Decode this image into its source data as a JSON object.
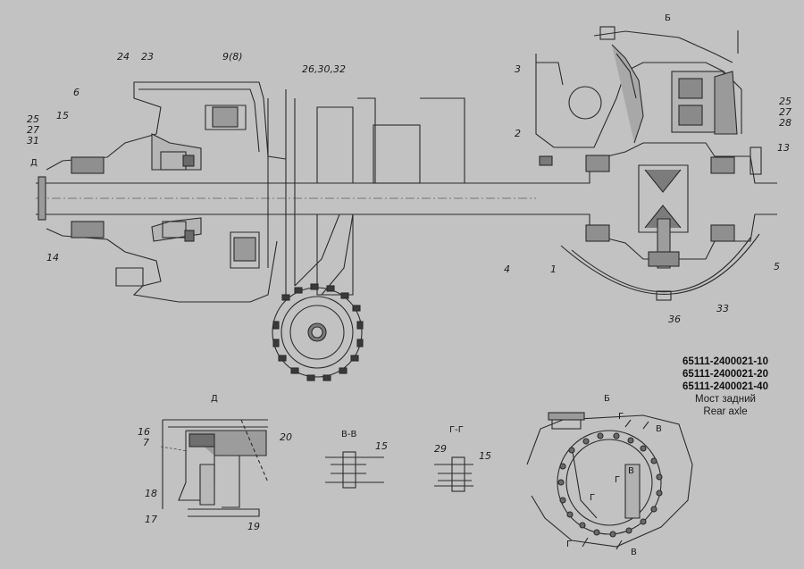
{
  "labels": {
    "l24": "24",
    "l23": "23",
    "l9_8": "9(8)",
    "l26_30_32": "26,30,32",
    "l6": "6",
    "l25a": "25",
    "l15a": "15",
    "l27a": "27",
    "l31": "31",
    "lD": "Д",
    "l14": "14",
    "l3": "3",
    "l2": "2",
    "lB_top": "Б",
    "l25b": "25",
    "l27b": "27",
    "l28": "28",
    "l13": "13",
    "l4": "4",
    "l1": "1",
    "l5": "5",
    "l33": "33",
    "l36": "36",
    "lD_detail": "Д",
    "l16": "16",
    "l7": "7",
    "l20": "20",
    "l18": "18",
    "l17": "17",
    "l19": "19",
    "lVV": "В-В",
    "l15b": "15",
    "lGG": "Г-Г",
    "l29": "29",
    "l15c": "15",
    "lB_bot": "Б",
    "lG1": "Г",
    "lV1": "В",
    "lV2": "В",
    "lG2": "Г",
    "lG3": "Г",
    "lG4": "Г",
    "lV3": "В"
  },
  "title_block": {
    "part1": "65111-2400021-10",
    "part2": "65111-2400021-20",
    "part3": "65111-2400021-40",
    "name_ru": "Мост задний",
    "name_en": "Rear axle"
  },
  "colors": {
    "background": "#c2c2c2",
    "line": "#2a2a2a",
    "text": "#1c1c1c"
  }
}
